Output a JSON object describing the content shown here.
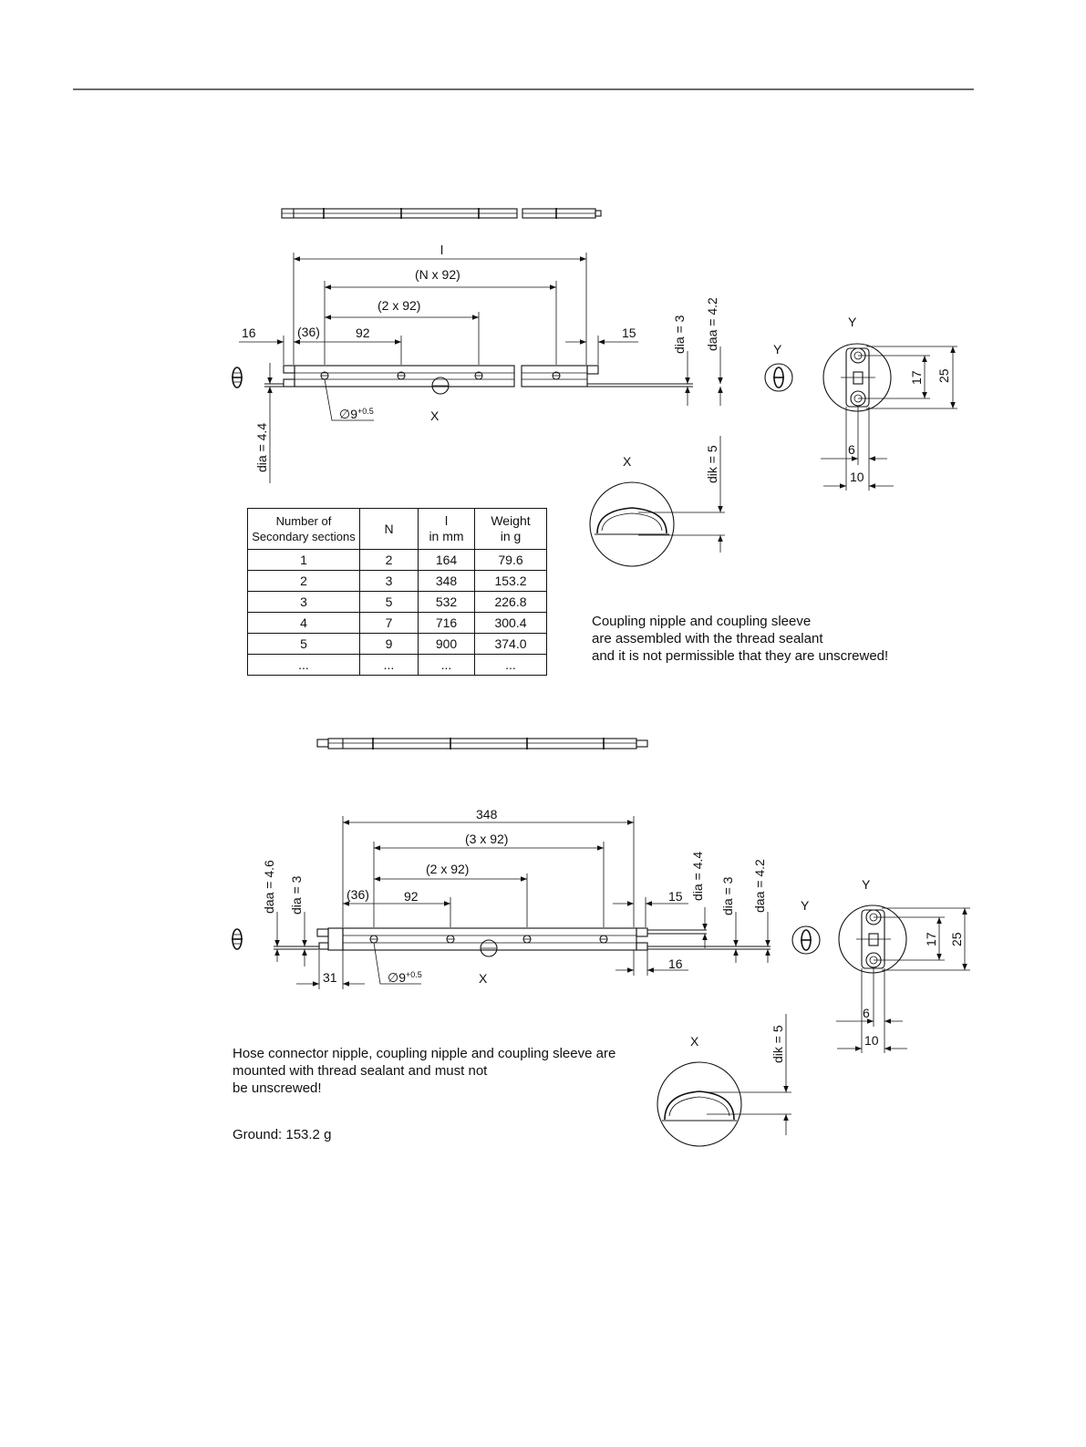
{
  "top": {
    "dims": {
      "l": "l",
      "nx92": "(N x 92)",
      "twox92": "(2 x 92)",
      "d16": "16",
      "d36": "(36)",
      "d92": "92",
      "d15": "15",
      "dia3": "dia = 3",
      "daa42": "daa = 4.2",
      "dia44": "dia = 4.4",
      "dik5": "dik = 5",
      "d17": "17",
      "d25": "25",
      "d6": "6",
      "d10": "10",
      "hole": "∅9",
      "hole_tol": "+0.5",
      "x": "X",
      "y": "Y",
      "y2": "Y",
      "x_detail": "X"
    },
    "note": [
      "Coupling nipple and coupling sleeve",
      "are assembled with the thread sealant",
      "and it is not permissible that they are unscrewed!"
    ],
    "table": {
      "headers": [
        [
          "Number of",
          "Secondary sections"
        ],
        [
          "N"
        ],
        [
          "l",
          "in mm"
        ],
        [
          "Weight",
          "in g"
        ]
      ],
      "rows": [
        [
          "1",
          "2",
          "164",
          "79.6"
        ],
        [
          "2",
          "3",
          "348",
          "153.2"
        ],
        [
          "3",
          "5",
          "532",
          "226.8"
        ],
        [
          "4",
          "7",
          "716",
          "300.4"
        ],
        [
          "5",
          "9",
          "900",
          "374.0"
        ],
        [
          "...",
          "...",
          "...",
          "..."
        ]
      ]
    }
  },
  "bottom": {
    "dims": {
      "d348": "348",
      "threex92": "(3 x 92)",
      "twox92": "(2 x 92)",
      "d36": "(36)",
      "d92": "92",
      "d15": "15",
      "d16": "16",
      "d31": "31",
      "daa46": "daa = 4.6",
      "dia3l": "dia = 3",
      "dia44": "dia = 4.4",
      "dia3r": "dia = 3",
      "daa42": "daa = 4.2",
      "dik5": "dik = 5",
      "d17": "17",
      "d25": "25",
      "d6": "6",
      "d10": "10",
      "hole": "∅9",
      "hole_tol": "+0.5",
      "x": "X",
      "y": "Y",
      "y2": "Y",
      "x_detail": "X"
    },
    "note": [
      "Hose connector nipple, coupling nipple and coupling sleeve are",
      "mounted with thread sealant and must not",
      "be unscrewed!"
    ],
    "weight": "Ground: 153.2 g"
  }
}
